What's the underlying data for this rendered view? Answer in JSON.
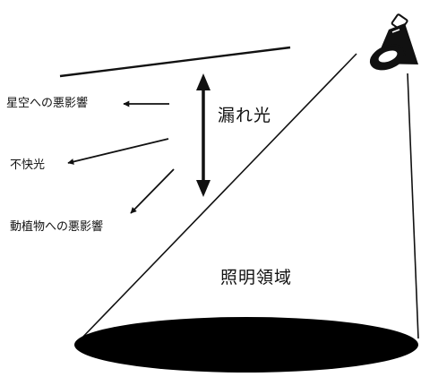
{
  "labels": {
    "sky_impact": "星空への悪影響",
    "discomfort": "不快光",
    "wildlife_impact": "動植物への悪影響",
    "spill_light": "漏れ光",
    "lit_area": "照明領域"
  },
  "icons": {
    "lamp": "spotlight-icon"
  },
  "colors": {
    "ink": "#111111",
    "background": "#ffffff",
    "lit_area_fill": "#000000"
  }
}
